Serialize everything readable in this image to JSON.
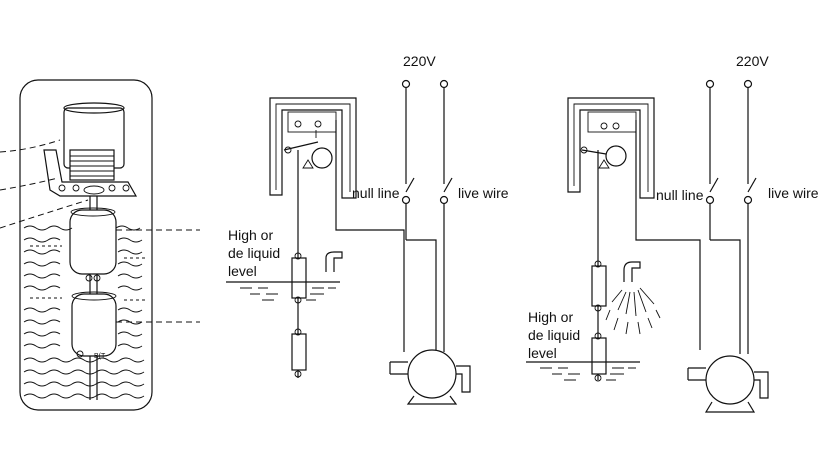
{
  "labels": {
    "voltage_left": "220V",
    "voltage_right": "220V",
    "null_line_left": "null line",
    "live_wire_left": "live wire",
    "null_line_right": "null line",
    "live_wire_right": "live wire",
    "level_left": [
      "High or",
      "de liquid",
      "level"
    ],
    "level_right": [
      "High or",
      "de liquid",
      "level"
    ]
  },
  "colors": {
    "stroke": "#111111",
    "background": "#ffffff"
  }
}
